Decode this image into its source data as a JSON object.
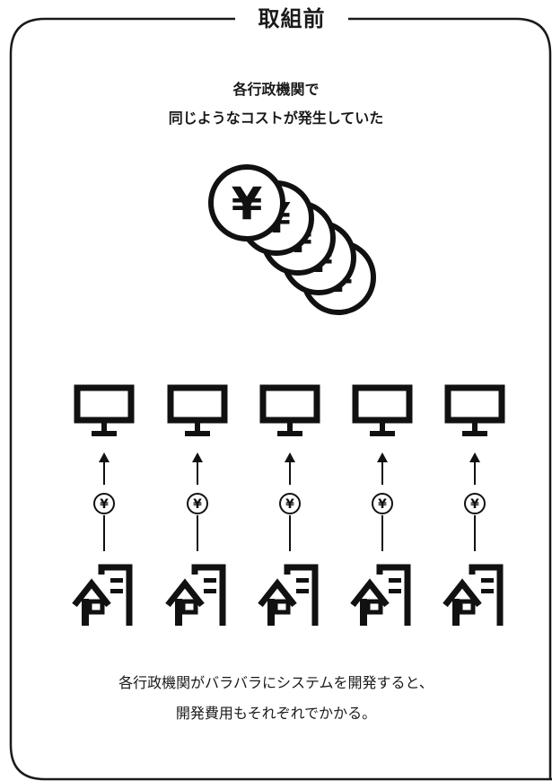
{
  "title": "取組前",
  "heading": {
    "line1": "各行政機関で",
    "line2": "同じようなコストが発生していた"
  },
  "coin_symbol": "¥",
  "agency_count": 5,
  "footer": {
    "line1": "各行政機関がバラバラにシステムを開発すると、",
    "line2": "開発費用もそれぞれでかかる。"
  }
}
